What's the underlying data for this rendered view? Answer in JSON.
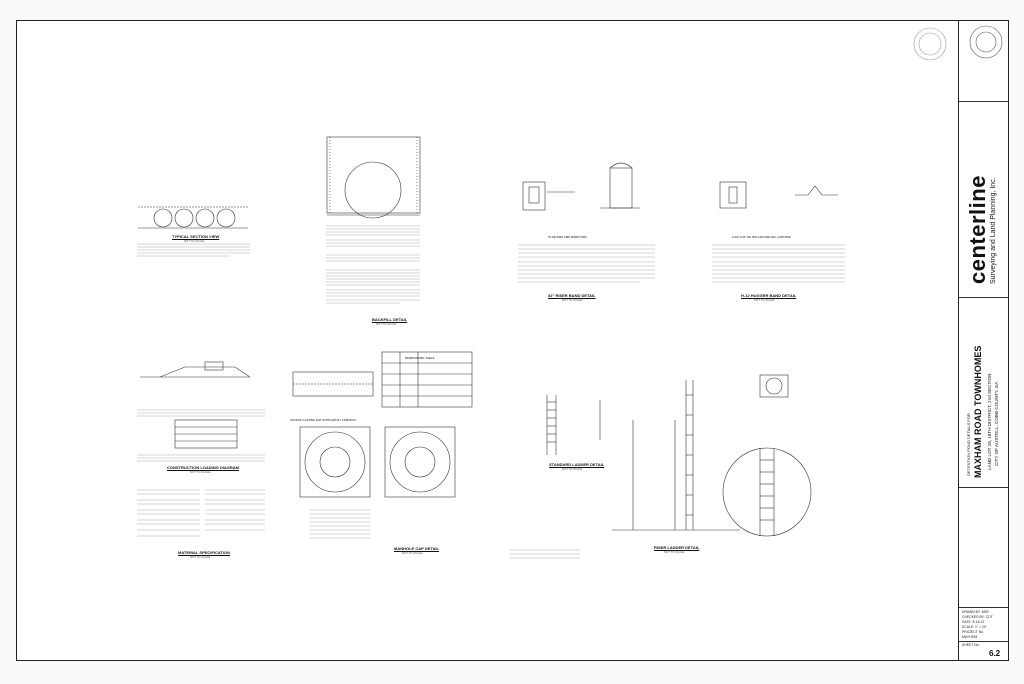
{
  "firm": {
    "name": "centerline",
    "tagline": "Surveying and Land Planning, Inc."
  },
  "project": {
    "header": "DETENTION POND DETAILS FOR",
    "name": "MAXHAM ROAD TOWNHOMES",
    "line1": "LAND LOT 28, 18TH DISTRICT, 2nd SECTION",
    "line2": "CITY OF AUSTELL, COBB COUNTY, GA"
  },
  "title_fields": {
    "drawn_by": "DRAWN BY: MSF",
    "checked_by": "CHECKED BY: CDT",
    "date": "DATE: 8-16-22",
    "scale": "SCALE: 1\" = 20'",
    "project_no_label": "PROJECT No.",
    "project_no": "MAYH198",
    "sheet_no_label": "SHEET No.",
    "sheet_no": "6.2"
  },
  "details": {
    "typical_section": {
      "title": "TYPICAL SECTION VIEW",
      "scale": "NOT TO SCALE"
    },
    "backfill": {
      "title": "BACKFILL DETAIL",
      "scale": "NOT TO SCALE"
    },
    "riser_band_32": {
      "title": "32\" RISER BAND DETAIL",
      "scale": "NOT TO SCALE"
    },
    "hugger_band": {
      "title": "H-12 HUGGER BAND DETAIL",
      "scale": "NOT TO SCALE"
    },
    "plain_end_cmp": "PLAIN END CMP RISER PIPE",
    "rolled_helcor": "2-2/3\"x1/2\" RE-ROLLED END HEL-COR PIPE",
    "construction_loading": {
      "title": "CONSTRUCTION LOADING DIAGRAM",
      "scale": "NOT TO SCALE"
    },
    "material_spec": {
      "title": "MATERIAL SPECIFICATION",
      "scale": "NOT TO SCALE"
    },
    "manhole_cap": {
      "title": "MANHOLE CAP DETAIL",
      "scale": "NOT TO SCALE"
    },
    "access_casting": "ACCESS CASTING NOT SUPPLIED BY CONTECH",
    "reinforcing_table": "REINFORCING TABLE",
    "standard_ladder": {
      "title": "STANDARD LADDER DETAIL",
      "scale": "NOT TO SCALE"
    },
    "riser_ladder": {
      "title": "RISER LADDER DETAIL",
      "scale": "NOT TO SCALE"
    }
  },
  "colors": {
    "line": "#333333",
    "background": "#ffffff"
  }
}
